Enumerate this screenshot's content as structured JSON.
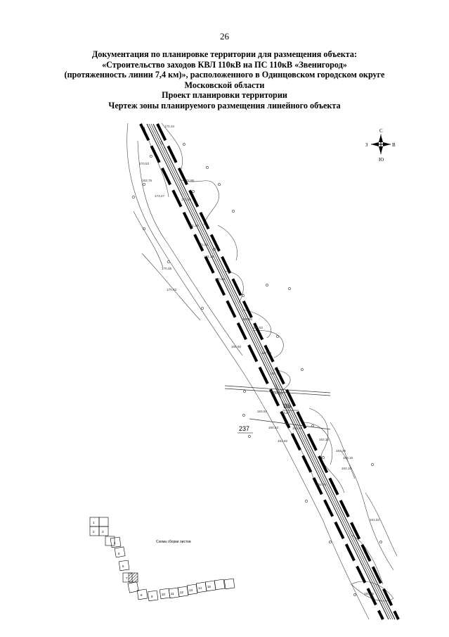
{
  "page_number": "26",
  "title_lines": [
    "Документация по планировке территории для размещения объекта:",
    "«Строительство заходов КВЛ 110кВ на ПС 110кВ «Звенигород»",
    "(протяженность линии 7,4 км)», расположенного в Одинцовском городском округе",
    "Московской области",
    "Проект планировки территории",
    "Чертеж зоны планируемого размещения линейного объекта"
  ],
  "compass": {
    "north": "С",
    "south": "Ю",
    "east": "В",
    "west": "З"
  },
  "map_labels": {
    "parcel_36": "36",
    "parcel_237": "237",
    "sheet_scheme": "Схема  сборки листов"
  },
  "elevations": [
    {
      "id": "e1",
      "text": "172,34"
    },
    {
      "id": "e2",
      "text": "170,53"
    },
    {
      "id": "e3",
      "text": "163,75"
    },
    {
      "id": "e4",
      "text": "172,86"
    },
    {
      "id": "e5",
      "text": "173,47"
    },
    {
      "id": "e6",
      "text": "173,28"
    },
    {
      "id": "e7",
      "text": "171,36"
    },
    {
      "id": "e8",
      "text": "171,91"
    },
    {
      "id": "e9",
      "text": "171,28"
    },
    {
      "id": "e10",
      "text": "170,35"
    },
    {
      "id": "e11",
      "text": "170,86"
    },
    {
      "id": "e12",
      "text": "170,43"
    },
    {
      "id": "e13",
      "text": "169,82"
    },
    {
      "id": "e14",
      "text": "168,52"
    },
    {
      "id": "e15",
      "text": "166,60"
    },
    {
      "id": "e16",
      "text": "167,79"
    },
    {
      "id": "e17",
      "text": "165,74"
    },
    {
      "id": "e18",
      "text": "164,21"
    },
    {
      "id": "e19",
      "text": "163,54"
    },
    {
      "id": "e20",
      "text": "163,27"
    },
    {
      "id": "e21",
      "text": "164,53"
    },
    {
      "id": "e22",
      "text": "165,90"
    },
    {
      "id": "e23",
      "text": "163,82"
    },
    {
      "id": "e24",
      "text": "162,32"
    },
    {
      "id": "e25",
      "text": "162,39"
    },
    {
      "id": "e26",
      "text": "163,16"
    },
    {
      "id": "e27",
      "text": "162,10"
    },
    {
      "id": "e28",
      "text": "162,78"
    },
    {
      "id": "e29",
      "text": "161,53"
    },
    {
      "id": "e30",
      "text": "160,35"
    }
  ],
  "sheet_index": [
    "1",
    "2",
    "3",
    "4",
    "5",
    "6",
    "7",
    "8",
    "9",
    "10",
    "11",
    "12",
    "13",
    "14",
    "15"
  ]
}
